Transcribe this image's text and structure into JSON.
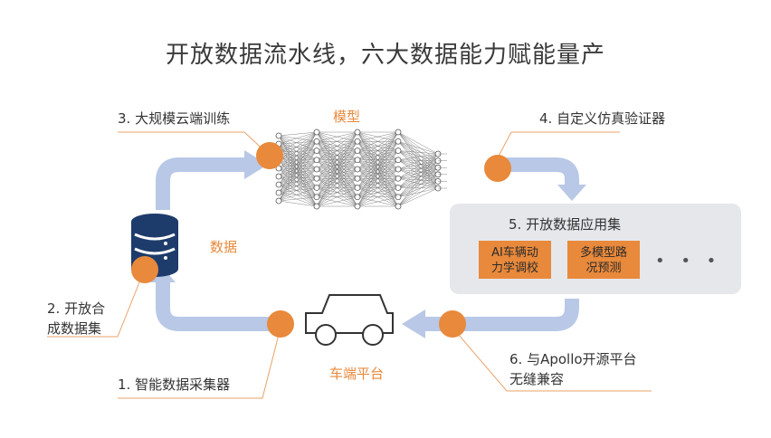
{
  "title": "开放数据流水线，六大数据能力赋能量产",
  "steps": {
    "step1": "1. 智能数据采集器",
    "step2_line1": "2. 开放合",
    "step2_line2": "成数据集",
    "step3": "3. 大规模云端训练",
    "step4": "4. 自定义仿真验证器",
    "step5": "5. 开放数据应用集",
    "step6_line1": "6. 与Apollo开源平台",
    "step6_line2": "无缝兼容"
  },
  "nodes": {
    "model": "模型",
    "data": "数据",
    "car_platform": "车端平台"
  },
  "apps": [
    {
      "line1": "AI车辆动",
      "line2": "力学调校"
    },
    {
      "line1": "多模型路",
      "line2": "况预测"
    }
  ],
  "more": "• • •",
  "colors": {
    "accent": "#e8893b",
    "flow": "#b8c8e6",
    "panel": "#e6e7eb"
  }
}
